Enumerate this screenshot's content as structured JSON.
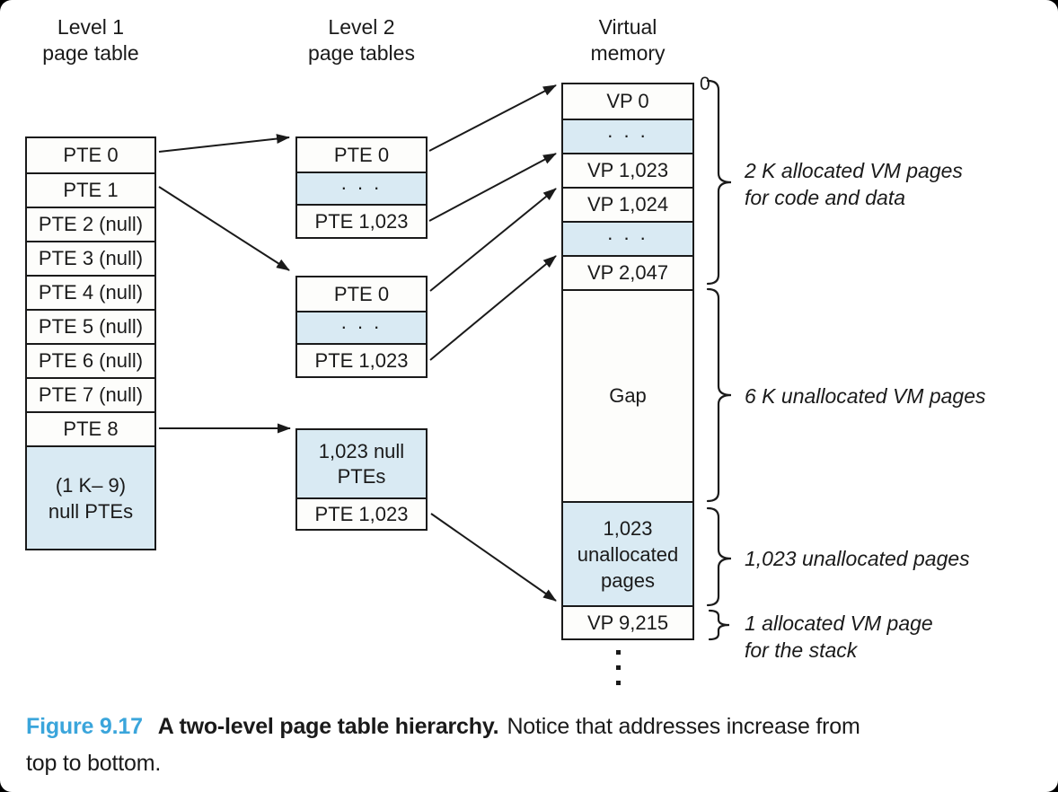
{
  "colors": {
    "shaded_cell": "#d9eaf3",
    "line": "#1a1a1a",
    "figure_label_blue": "#3aa5db",
    "background": "#ffffff"
  },
  "headings": {
    "level1_line1": "Level 1",
    "level1_line2": "page table",
    "level2_line1": "Level 2",
    "level2_line2": "page tables",
    "vm_line1": "Virtual",
    "vm_line2": "memory"
  },
  "level1_table": {
    "rows": [
      "PTE 0",
      "PTE 1",
      "PTE 2 (null)",
      "PTE 3 (null)",
      "PTE 4 (null)",
      "PTE 5 (null)",
      "PTE 6 (null)",
      "PTE 7 (null)",
      "PTE 8"
    ],
    "tail_line1": "(1 K– 9)",
    "tail_line2": "null PTEs"
  },
  "level2_tables": {
    "table1": {
      "rows": [
        "PTE 0",
        ". . .",
        "PTE 1,023"
      ]
    },
    "table2": {
      "rows": [
        "PTE 0",
        ". . .",
        "PTE 1,023"
      ]
    },
    "table3": {
      "null_block_line1": "1,023 null",
      "null_block_line2": "PTEs",
      "last_row": "PTE 1,023"
    }
  },
  "virtual_memory": {
    "address_origin": "0",
    "rows_top": [
      "VP 0",
      ". . .",
      "VP 1,023",
      "VP 1,024",
      ". . .",
      "VP 2,047"
    ],
    "gap": "Gap",
    "unallocated_line1": "1,023",
    "unallocated_line2": "unallocated",
    "unallocated_line3": "pages",
    "stack_row": "VP 9,215"
  },
  "annotations": {
    "code_data_line1": "2 K allocated VM pages",
    "code_data_line2": "for code and data",
    "unallocated_vm": "6 K unallocated VM pages",
    "unallocated_pages": "1,023 unallocated pages",
    "stack_line1": "1 allocated VM page",
    "stack_line2": "for the stack"
  },
  "caption": {
    "figure_label": "Figure 9.17",
    "title": "A two-level page table hierarchy.",
    "note_line1": "Notice that addresses increase from",
    "note_line2": "top to bottom."
  }
}
